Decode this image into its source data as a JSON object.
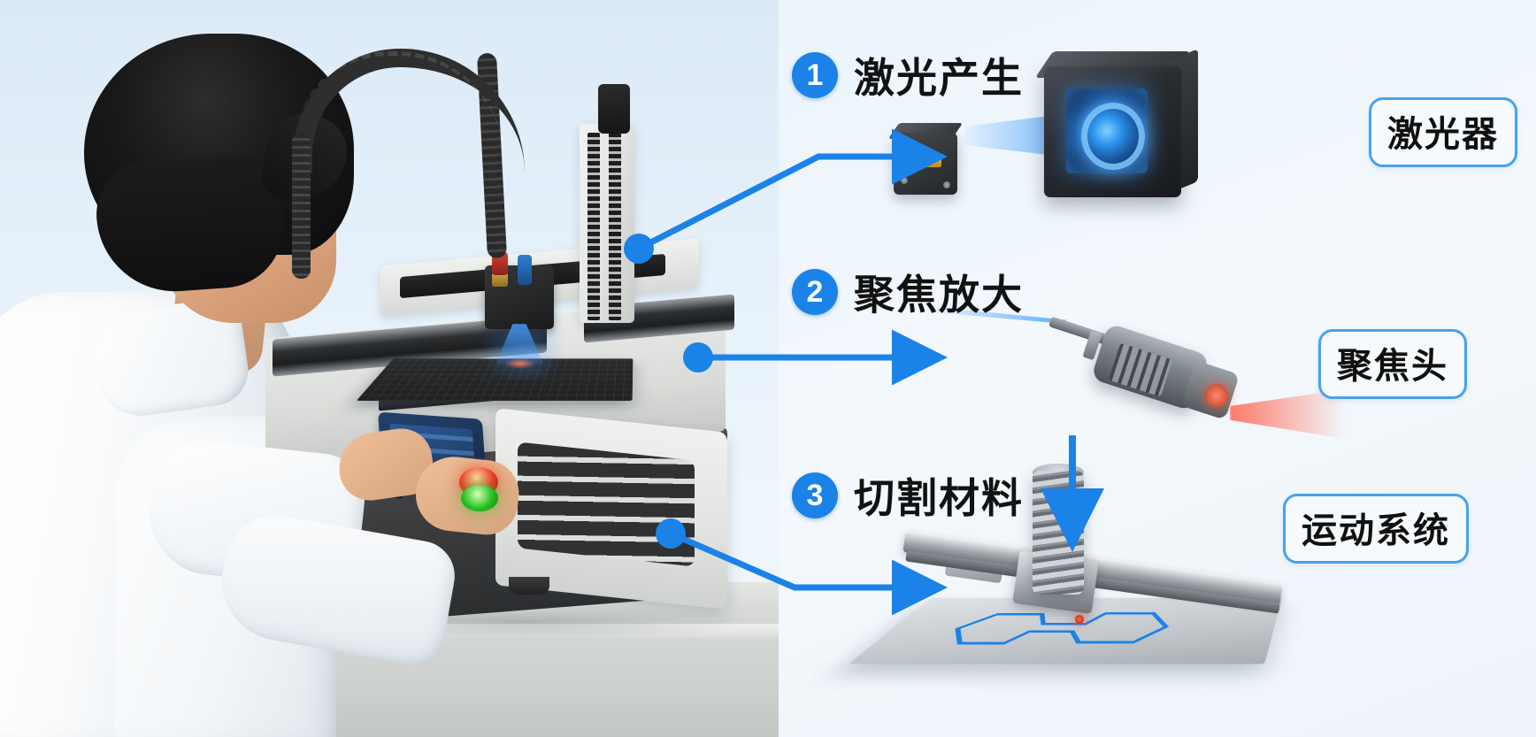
{
  "infographic": {
    "title_context": "激光切割设备工作流程图",
    "accent_color": "#1b82e8",
    "pill_border_color": "#47a1ea",
    "background_color": "#eef5fb"
  },
  "scene": {
    "name": "student-operating-laser-cutter",
    "subject": "lab-coat-student",
    "machine": "desktop-laser-cutting-machine",
    "indicator_lights": [
      "red",
      "green"
    ],
    "control_screen": "touch-panel"
  },
  "steps": [
    {
      "number": "1",
      "title": "激光产生",
      "pill": "激光器",
      "illustration": "laser-source-cube-with-blue-beam"
    },
    {
      "number": "2",
      "title": "聚焦放大",
      "pill": "聚焦头",
      "illustration": "focusing-head-with-lens"
    },
    {
      "number": "3",
      "title": "切割材料",
      "pill": "运动系统",
      "illustration": "ball-screw-linear-stage-cutting-plate"
    }
  ],
  "connectors": [
    {
      "name": "callout-laser-source",
      "from": "machine-z-tower",
      "to": "step-1"
    },
    {
      "name": "callout-focus-head",
      "from": "machine-gantry-right",
      "to": "step-2"
    },
    {
      "name": "callout-motion-system",
      "from": "machine-front-panel",
      "to": "step-3"
    },
    {
      "name": "flow-focus-to-motion",
      "from": "step-2-focus-head",
      "to": "step-3-motion-system"
    }
  ]
}
